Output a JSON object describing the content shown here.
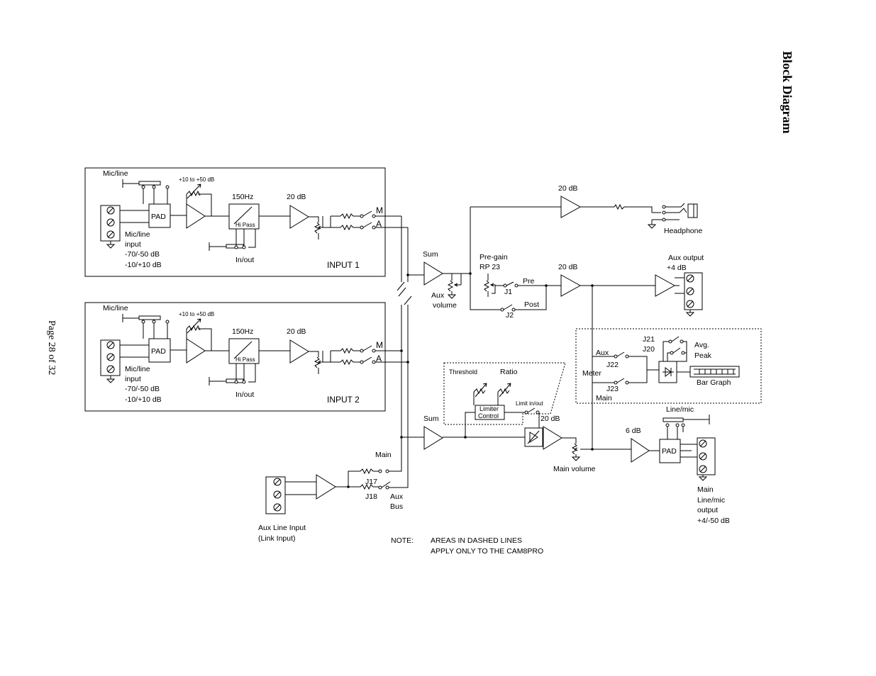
{
  "page": {
    "title": "Block Diagram",
    "page_number": "Page 28 of 32"
  },
  "channels": [
    {
      "micline_label": "Mic/line",
      "pad_label": "PAD",
      "gain_range": "+10 to +50 dB",
      "hpf_label": "150Hz",
      "hpf_text": "Hi Pass",
      "gain_20": "20 dB",
      "m_label": "M",
      "a_label": "A",
      "input_label": "Mic/line",
      "input_label2": "input",
      "range1": "-70/-50 dB",
      "range2": "-10/+10 dB",
      "inout_label": "In/out",
      "channel_label": "INPUT 1"
    },
    {
      "micline_label": "Mic/line",
      "pad_label": "PAD",
      "gain_range": "+10 to +50 dB",
      "hpf_label": "150Hz",
      "hpf_text": "Hi Pass",
      "gain_20": "20 dB",
      "m_label": "M",
      "a_label": "A",
      "input_label": "Mic/line",
      "input_label2": "input",
      "range1": "-70/-50 dB",
      "range2": "-10/+10 dB",
      "inout_label": "In/out",
      "channel_label": "INPUT 2"
    }
  ],
  "headphone": {
    "gain": "20 dB",
    "label": "Headphone"
  },
  "aux_section": {
    "sum": "Sum",
    "aux_volume_1": "Aux",
    "aux_volume_2": "volume",
    "pregain_1": "Pre-gain",
    "pregain_2": "RP 23",
    "j1": "J1",
    "pre": "Pre",
    "j2": "J2",
    "post": "Post",
    "gain": "20 dB",
    "aux_output_1": "Aux output",
    "aux_output_2": "+4 dB"
  },
  "meter": {
    "j21": "J21",
    "j20": "J20",
    "avg": "Avg.",
    "peak": "Peak",
    "aux": "Aux",
    "j22": "J22",
    "meter": "Meter",
    "j23": "J23",
    "main": "Main",
    "bar_graph": "Bar Graph"
  },
  "limiter": {
    "threshold": "Threshold",
    "ratio": "Ratio",
    "control_1": "Limiter",
    "control_2": "Control",
    "limit_inout": "Limit in/out"
  },
  "main_section": {
    "sum": "Sum",
    "gain": "20 dB",
    "main_volume": "Main volume",
    "lm_gain": "6 dB",
    "line_mic": "Line/mic",
    "pad": "PAD",
    "main_out_1": "Main",
    "main_out_2": "Line/mic",
    "main_out_3": "output",
    "main_out_4": "+4/-50 dB"
  },
  "link": {
    "main": "Main",
    "j17": "J17",
    "j18": "J18",
    "aux_1": "Aux",
    "aux_2": "Bus",
    "input_1": "Aux Line Input",
    "input_2": "(Link Input)"
  },
  "note": {
    "label": "NOTE:",
    "line1": "AREAS IN DASHED LINES",
    "line2": "APPLY ONLY TO THE CAM8PRO"
  }
}
